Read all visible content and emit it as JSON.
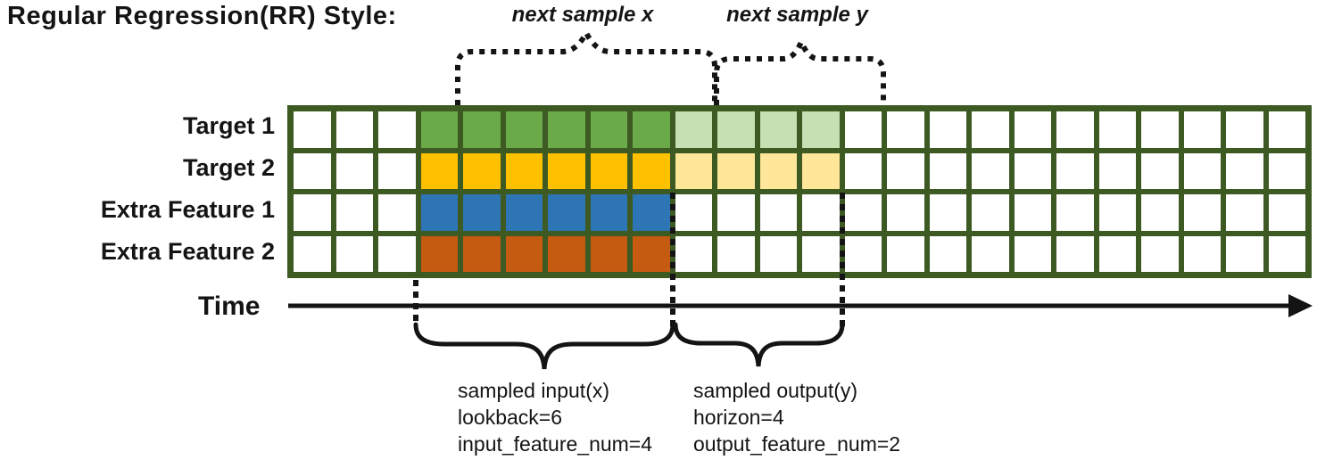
{
  "title": "Regular Regression(RR) Style:",
  "top_labels": {
    "next_sample_x": "next sample x",
    "next_sample_y": "next sample y"
  },
  "time_axis": {
    "label": "Time"
  },
  "grid": {
    "columns": 24,
    "rows": [
      {
        "label": "Target 1",
        "segments": [
          {
            "color": "white",
            "count": 3
          },
          {
            "color": "green",
            "count": 6
          },
          {
            "color": "light_green",
            "count": 4
          },
          {
            "color": "white",
            "count": 11
          }
        ]
      },
      {
        "label": "Target 2",
        "segments": [
          {
            "color": "white",
            "count": 3
          },
          {
            "color": "gold",
            "count": 6
          },
          {
            "color": "light_gold",
            "count": 4
          },
          {
            "color": "white",
            "count": 11
          }
        ]
      },
      {
        "label": "Extra Feature 1",
        "segments": [
          {
            "color": "white",
            "count": 3
          },
          {
            "color": "blue",
            "count": 6
          },
          {
            "color": "white",
            "count": 15
          }
        ]
      },
      {
        "label": "Extra Feature 2",
        "segments": [
          {
            "color": "white",
            "count": 3
          },
          {
            "color": "orange",
            "count": 6
          },
          {
            "color": "white",
            "count": 15
          }
        ]
      }
    ]
  },
  "colors": {
    "border": "#3d5a22",
    "white": "#ffffff",
    "green": "#6aaa49",
    "light_green": "#c6dfb3",
    "gold": "#ffc000",
    "light_gold": "#ffe699",
    "blue": "#2e75b6",
    "orange": "#c55a11",
    "ink": "#141414"
  },
  "sample_annotations": {
    "input_lines": [
      "sampled input(x)",
      "lookback=6",
      "input_feature_num=4"
    ],
    "output_lines": [
      "sampled output(y)",
      "horizon=4",
      "output_feature_num=2"
    ]
  }
}
